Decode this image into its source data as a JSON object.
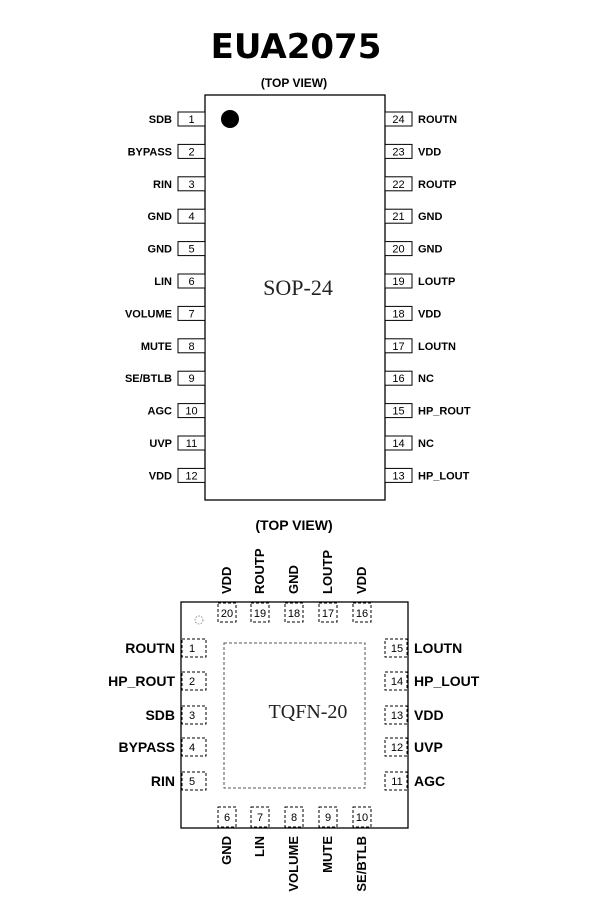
{
  "title": "EUA2075",
  "sop": {
    "view_label": "(TOP VIEW)",
    "package_label": "SOP-24",
    "left_pins": [
      {
        "num": "1",
        "name": "SDB"
      },
      {
        "num": "2",
        "name": "BYPASS"
      },
      {
        "num": "3",
        "name": "RIN"
      },
      {
        "num": "4",
        "name": "GND"
      },
      {
        "num": "5",
        "name": "GND"
      },
      {
        "num": "6",
        "name": "LIN"
      },
      {
        "num": "7",
        "name": "VOLUME"
      },
      {
        "num": "8",
        "name": "MUTE"
      },
      {
        "num": "9",
        "name": "SE/BTLB"
      },
      {
        "num": "10",
        "name": "AGC"
      },
      {
        "num": "11",
        "name": "UVP"
      },
      {
        "num": "12",
        "name": "VDD"
      }
    ],
    "right_pins": [
      {
        "num": "24",
        "name": "ROUTN"
      },
      {
        "num": "23",
        "name": "VDD"
      },
      {
        "num": "22",
        "name": "ROUTP"
      },
      {
        "num": "21",
        "name": "GND"
      },
      {
        "num": "20",
        "name": "GND"
      },
      {
        "num": "19",
        "name": "LOUTP"
      },
      {
        "num": "18",
        "name": "VDD"
      },
      {
        "num": "17",
        "name": "LOUTN"
      },
      {
        "num": "16",
        "name": "NC"
      },
      {
        "num": "15",
        "name": "HP_ROUT"
      },
      {
        "num": "14",
        "name": "NC"
      },
      {
        "num": "13",
        "name": "HP_LOUT"
      }
    ]
  },
  "tqfn": {
    "view_label": "(TOP VIEW)",
    "package_label": "TQFN-20",
    "top_pins": [
      {
        "num": "20",
        "name": "VDD"
      },
      {
        "num": "19",
        "name": "ROUTP"
      },
      {
        "num": "18",
        "name": "GND"
      },
      {
        "num": "17",
        "name": "LOUTP"
      },
      {
        "num": "16",
        "name": "VDD"
      }
    ],
    "left_pins": [
      {
        "num": "1",
        "name": "ROUTN"
      },
      {
        "num": "2",
        "name": "HP_ROUT"
      },
      {
        "num": "3",
        "name": "SDB"
      },
      {
        "num": "4",
        "name": "BYPASS"
      },
      {
        "num": "5",
        "name": "RIN"
      }
    ],
    "right_pins": [
      {
        "num": "15",
        "name": "LOUTN"
      },
      {
        "num": "14",
        "name": "HP_LOUT"
      },
      {
        "num": "13",
        "name": "VDD"
      },
      {
        "num": "12",
        "name": "UVP"
      },
      {
        "num": "11",
        "name": "AGC"
      }
    ],
    "bottom_pins": [
      {
        "num": "6",
        "name": "GND"
      },
      {
        "num": "7",
        "name": "LIN"
      },
      {
        "num": "8",
        "name": "VOLUME"
      },
      {
        "num": "9",
        "name": "MUTE"
      },
      {
        "num": "10",
        "name": "SE/BTLB"
      }
    ]
  }
}
